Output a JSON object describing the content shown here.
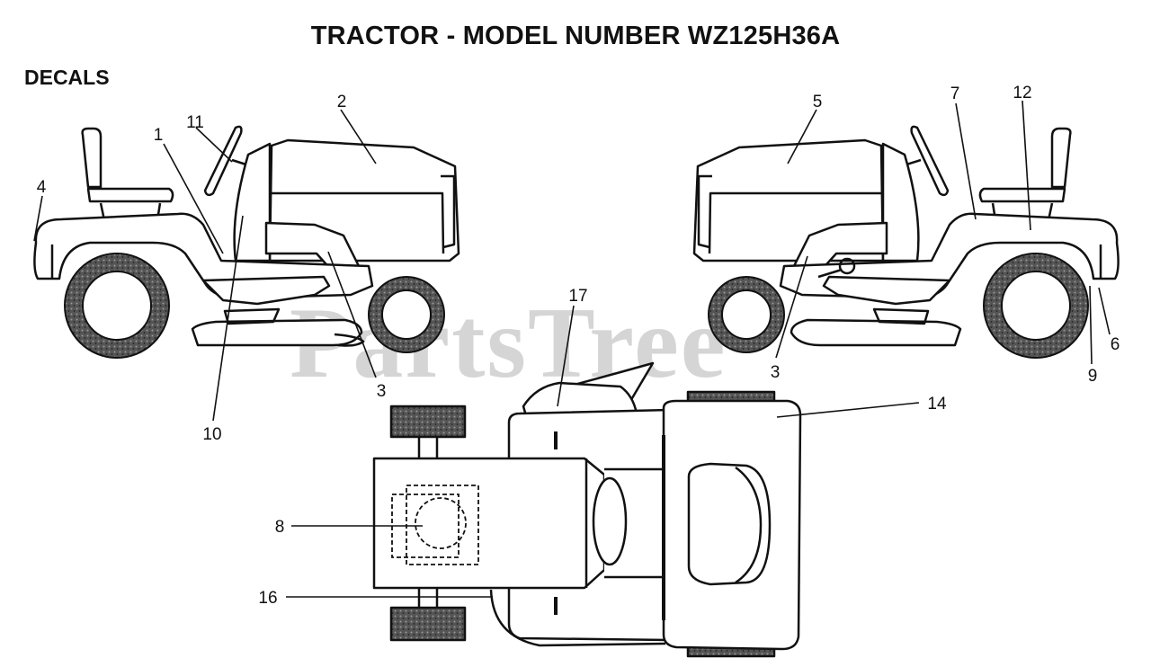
{
  "title": "TRACTOR  - MODEL NUMBER WZ125H36A",
  "section_label": "DECALS",
  "watermark": "PartsTree",
  "callouts": {
    "c1": "1",
    "c2": "2",
    "c3a": "3",
    "c3b": "3",
    "c4": "4",
    "c5": "5",
    "c6": "6",
    "c7": "7",
    "c8": "8",
    "c9": "9",
    "c10": "10",
    "c11": "11",
    "c12": "12",
    "c14": "14",
    "c16": "16",
    "c17": "17"
  }
}
